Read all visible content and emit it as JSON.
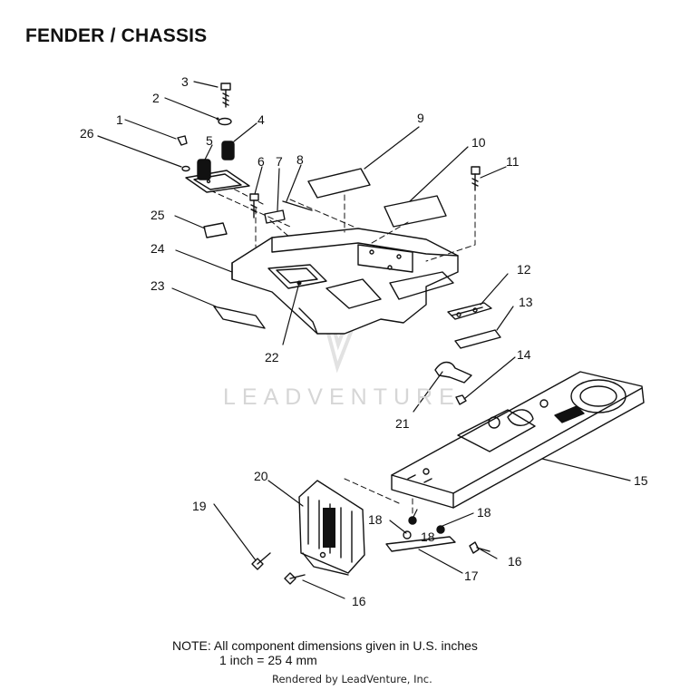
{
  "title": "FENDER / CHASSIS",
  "watermark": "LEADVENTURE",
  "note": {
    "line1": "NOTE:  All component dimensions given in U.S. inches",
    "line2": "1 inch = 25 4 mm"
  },
  "footer": "Rendered by LeadVenture, Inc.",
  "callouts": [
    "3",
    "2",
    "1",
    "4",
    "26",
    "5",
    "6",
    "7",
    "8",
    "9",
    "10",
    "11",
    "25",
    "24",
    "23",
    "22",
    "12",
    "13",
    "14",
    "21",
    "15",
    "20",
    "19",
    "18",
    "18",
    "18",
    "17",
    "16",
    "16"
  ]
}
